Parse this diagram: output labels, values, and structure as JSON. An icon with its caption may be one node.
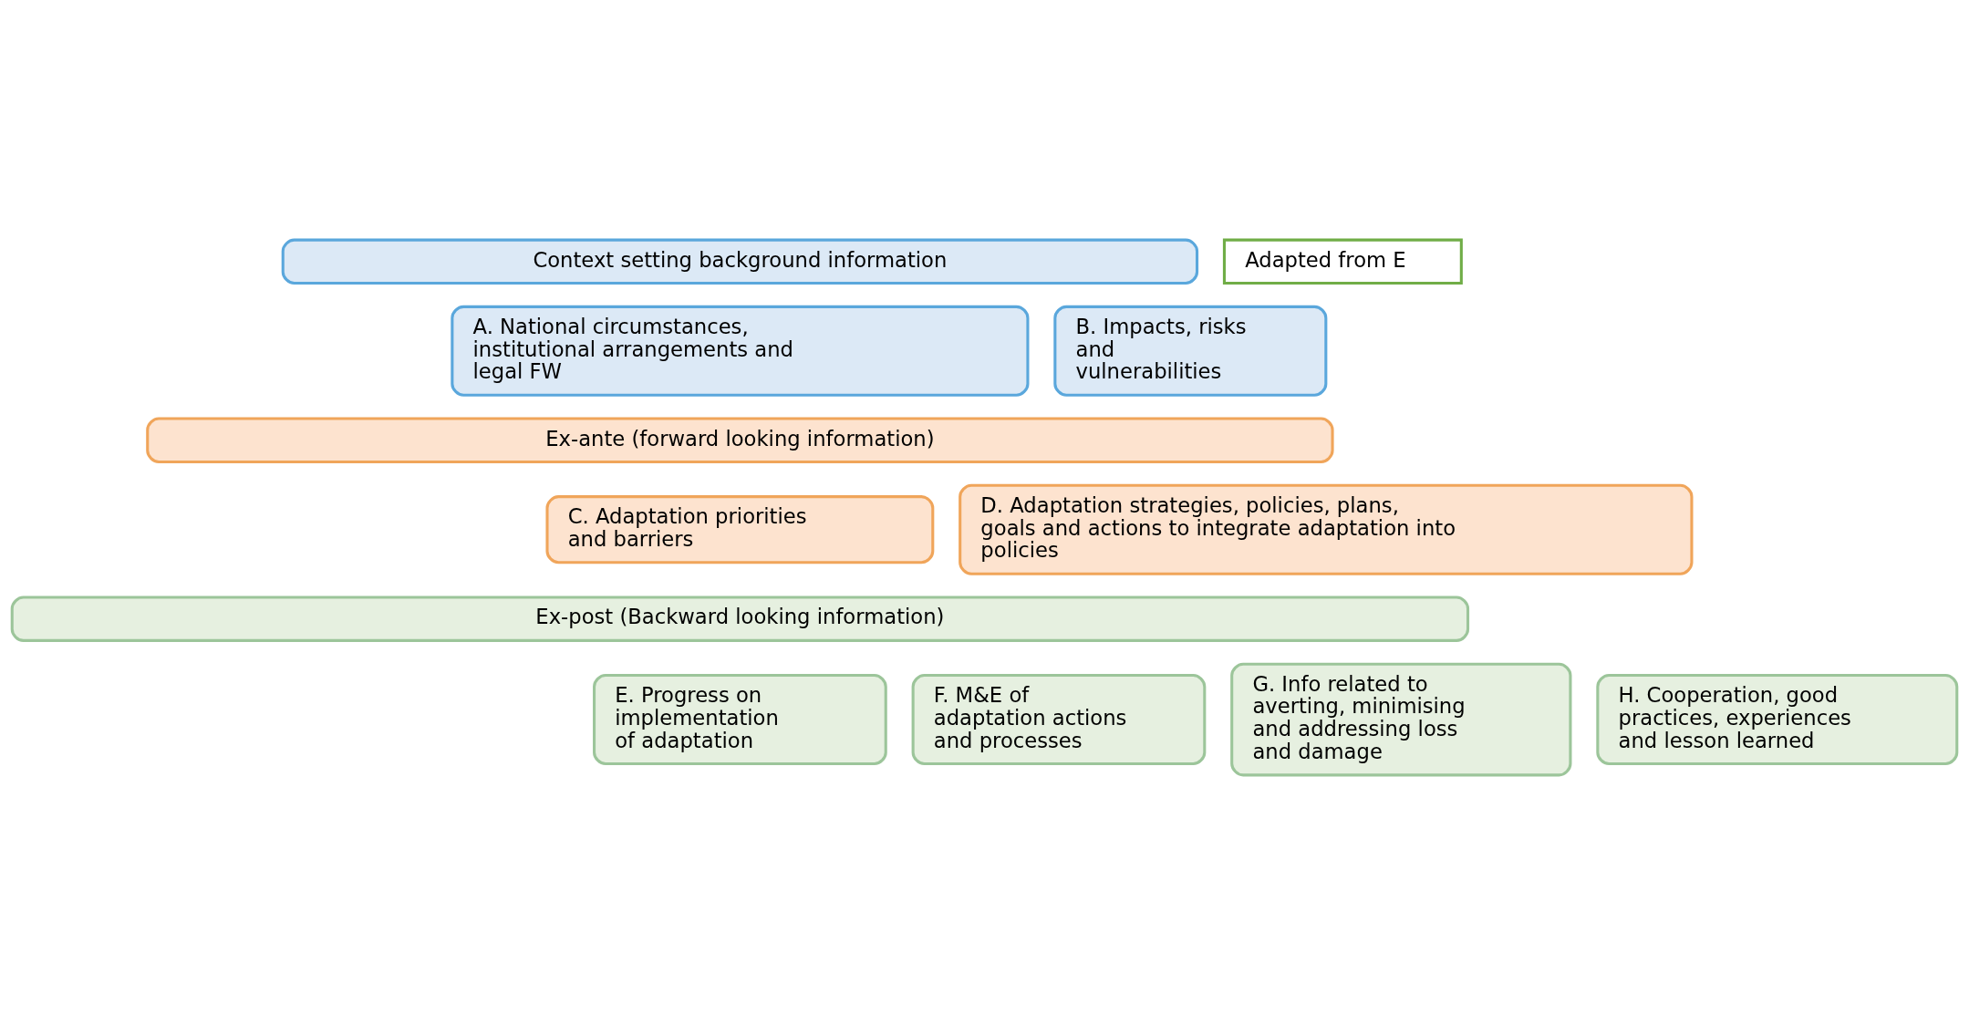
{
  "diagram": {
    "nodes": [
      {
        "text": [
          "Context setting background information"
        ]
      },
      {
        "text": [
          "A. National circumstances, institutional arrangements and legal FW"
        ]
      },
      {
        "text": [
          "B. Impacts, risks and vulnerabilities"
        ]
      },
      {
        "text": [
          "Ex-ante (forward looking information)"
        ]
      },
      {
        "text": [
          "C. Adaptation priorities and barriers"
        ]
      },
      {
        "text": [
          "D. Adaptation strategies, policies, plans, goals and actions to integrate adaptation into policies"
        ]
      },
      {
        "text": [
          "Ex-post (Backward looking information)"
        ]
      },
      {
        "text": [
          "E. Progress on implementation of adaptation"
        ]
      },
      {
        "text": [
          "F. M&E of adaptation actions and processes"
        ]
      },
      {
        "text": [
          "G. Info related to averting, minimising and addressing loss and damage"
        ]
      },
      {
        "text": [
          "H. Cooperation, good practices, experiences and lesson learned"
        ]
      },
      {
        "text": [
          "Adapted from E"
        ]
      }
    ],
    "edges": []
  }
}
